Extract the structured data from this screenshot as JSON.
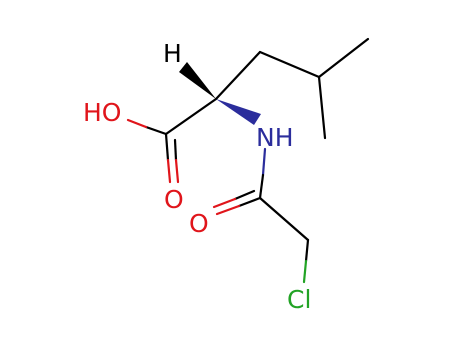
{
  "colors": {
    "background": "#ffffff",
    "carbon_bond": "#000000",
    "hydrogen": "#000000",
    "oxygen": "#e0151b",
    "nitrogen": "#2b2d9c",
    "chlorine": "#22a325"
  },
  "atoms": {
    "h": {
      "label": "H"
    },
    "ho": {
      "label": "HO"
    },
    "nh": {
      "label": "NH"
    },
    "o_carboxyl": {
      "label": "O"
    },
    "o_amide": {
      "label": "O"
    },
    "cl": {
      "label": "Cl"
    }
  },
  "stereo": {
    "wedge_to_h": "wedge",
    "wedge_to_n": "wedge"
  }
}
